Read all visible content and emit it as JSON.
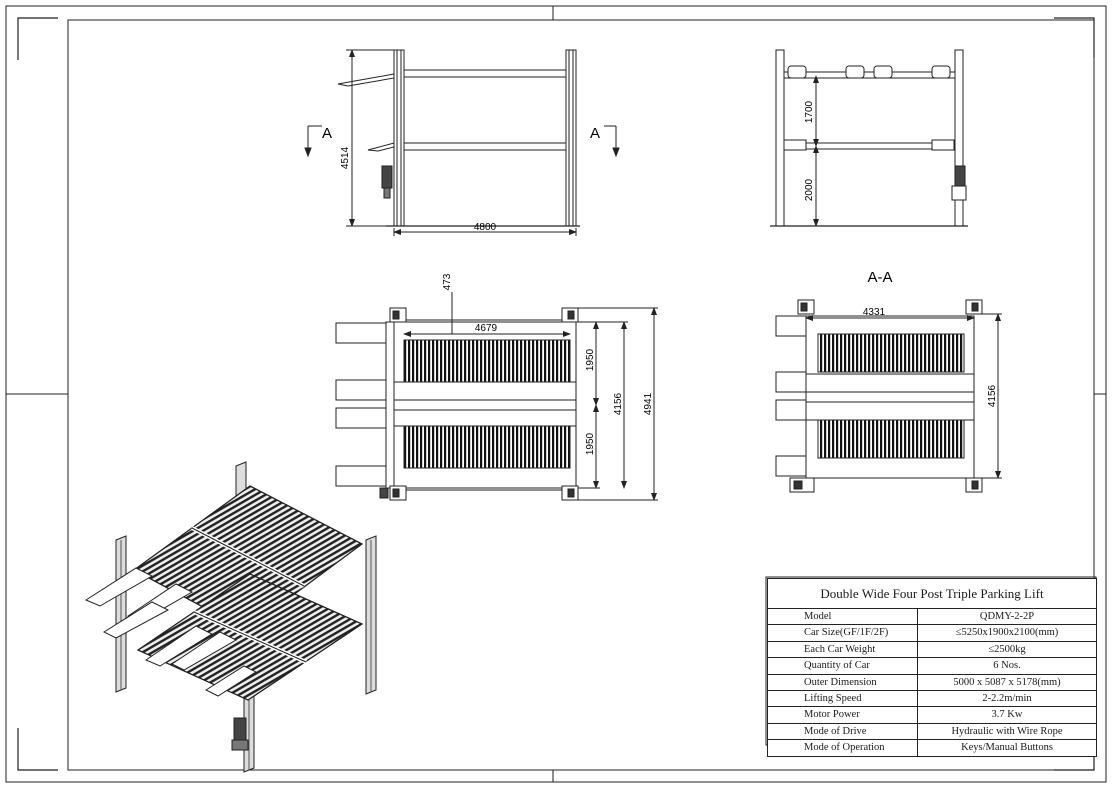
{
  "dimensions": {
    "front_width": "4800",
    "front_height": "4514",
    "section_label_left": "A",
    "section_label_right": "A",
    "side_upper": "1700",
    "side_lower": "2000",
    "section_title": "A-A",
    "plan_offset": "473",
    "plan_span": "4679",
    "plan_bay_upper": "1950",
    "plan_bay_lower": "1950",
    "plan_inner": "4156",
    "plan_outer": "4941",
    "section_span": "4331",
    "section_depth": "4156"
  },
  "spec": {
    "title": "Double Wide Four Post Triple Parking Lift",
    "rows": [
      {
        "label": "Model",
        "value": "QDMY-2-2P"
      },
      {
        "label": "Car Size(GF/1F/2F)",
        "value": "≤5250x1900x2100(mm)"
      },
      {
        "label": "Each Car Weight",
        "value": "≤2500kg"
      },
      {
        "label": "Quantity of Car",
        "value": "6 Nos."
      },
      {
        "label": "Outer Dimension",
        "value": "5000 x 5087 x 5178(mm)"
      },
      {
        "label": "Lifting Speed",
        "value": "2-2.2m/min"
      },
      {
        "label": "Motor Power",
        "value": "3.7 Kw"
      },
      {
        "label": "Mode of Drive",
        "value": "Hydraulic with Wire Rope"
      },
      {
        "label": "Mode of Operation",
        "value": "Keys/Manual Buttons"
      }
    ]
  }
}
